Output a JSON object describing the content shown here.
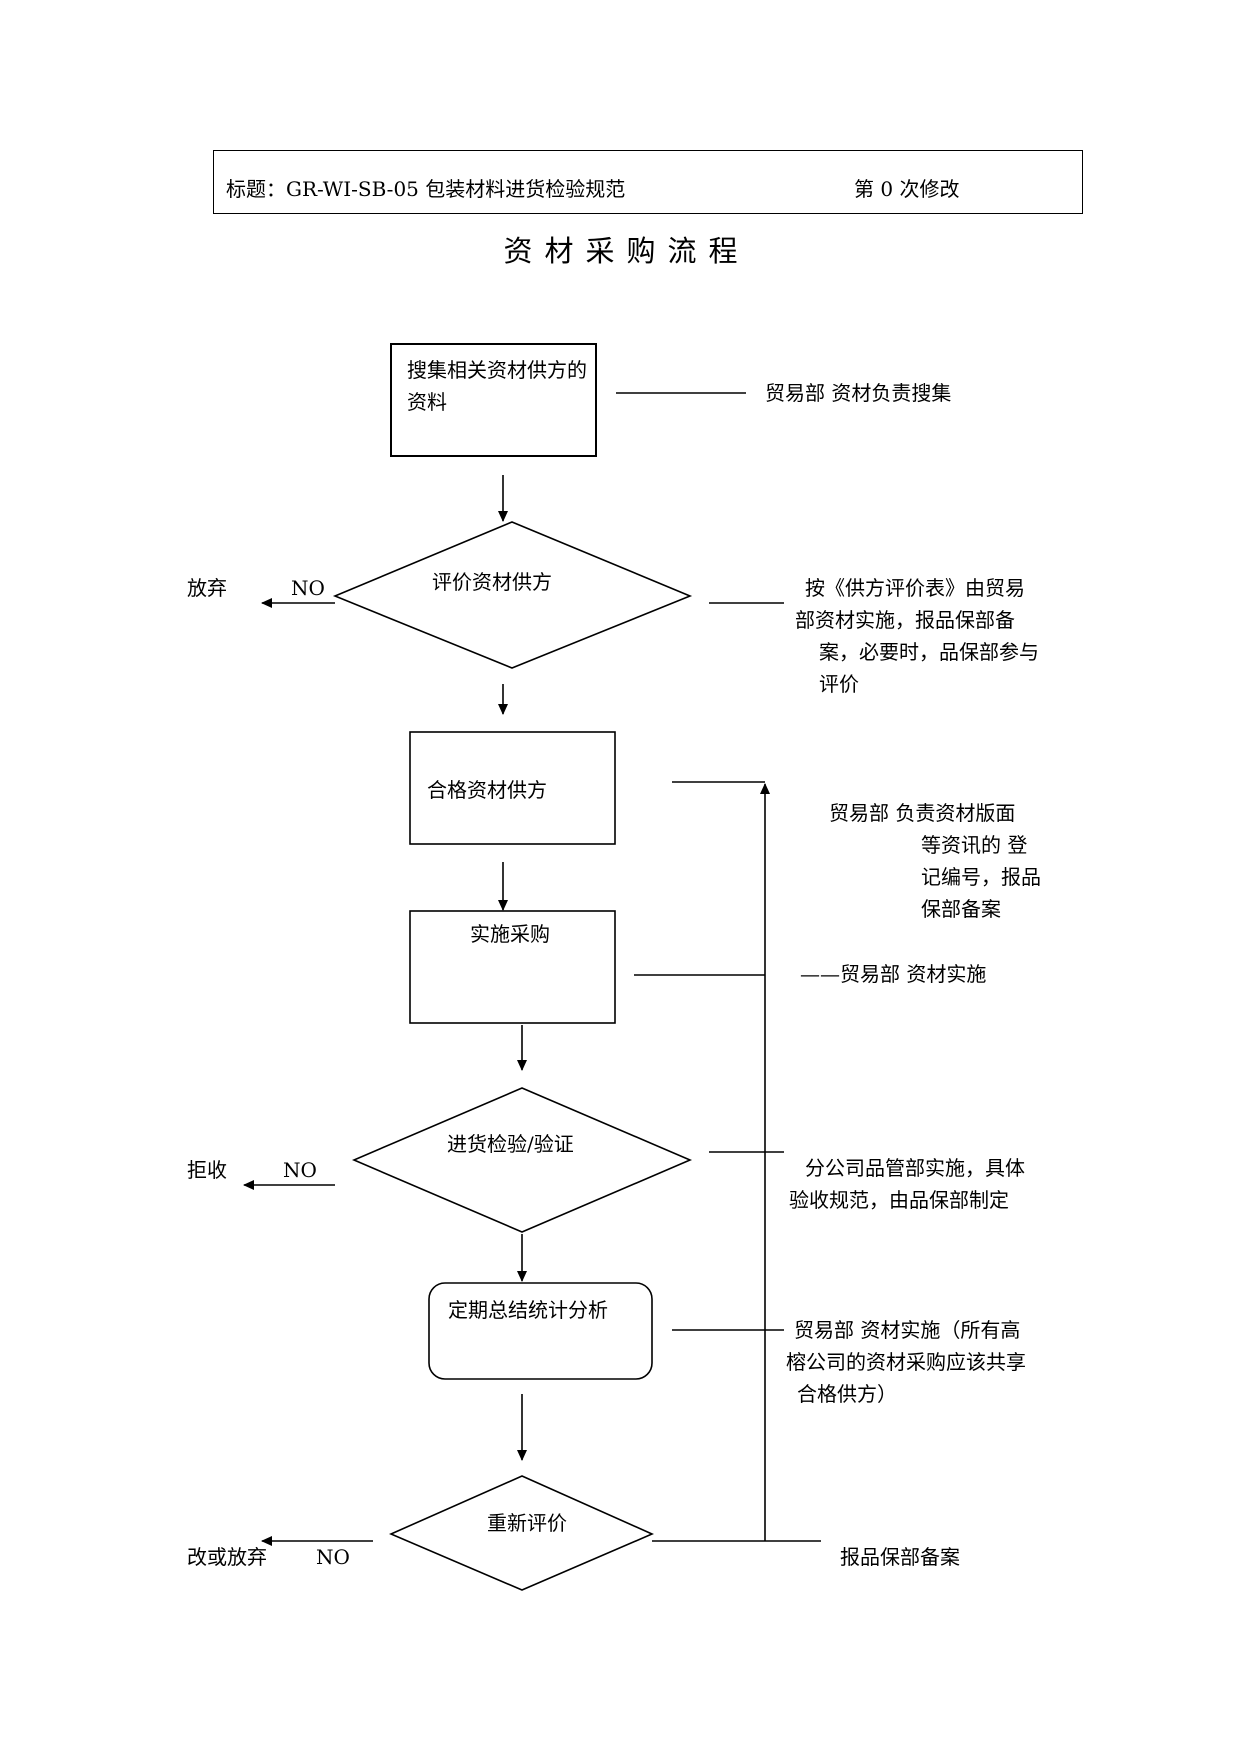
{
  "header": {
    "title": "标题：GR-WI-SB-05 包装材料进货检验规范",
    "revision": "第 0 次修改"
  },
  "page_title": "资材采购流程",
  "nodes": {
    "collect": "搜集相关资材供方的资料",
    "evaluate": "评价资材供方",
    "qualified": "合格资材供方",
    "purchase": "实施采购",
    "inspect": "进货检验/验证",
    "summary": "定期总结统计分析",
    "reevaluate": "重新评价"
  },
  "branches": {
    "no_label": "NO",
    "abandon": "放弃",
    "reject": "拒收",
    "change_or_abandon": "改或放弃"
  },
  "notes": {
    "collect_line1": "贸易部 资材负责搜集",
    "evaluate_line1": "按《供方评价表》由贸易",
    "evaluate_line2": "部资材实施，报品保部备",
    "evaluate_line3": "案，必要时，品保部参与",
    "evaluate_line4": "评价",
    "qualified_line1": "贸易部  负责资材版面",
    "qualified_line2": "等资讯的  登",
    "qualified_line3": "记编号，报品",
    "qualified_line4": "保部备案",
    "purchase_line1": "——贸易部 资材实施",
    "inspect_line1": "分公司品管部实施，具体",
    "inspect_line2": "验收规范，由品保部制定",
    "summary_line1": "贸易部 资材实施（所有高",
    "summary_line2": "榕公司的资材采购应该共享",
    "summary_line3": "合格供方）",
    "reevaluate_line1": "报品保部备案"
  }
}
